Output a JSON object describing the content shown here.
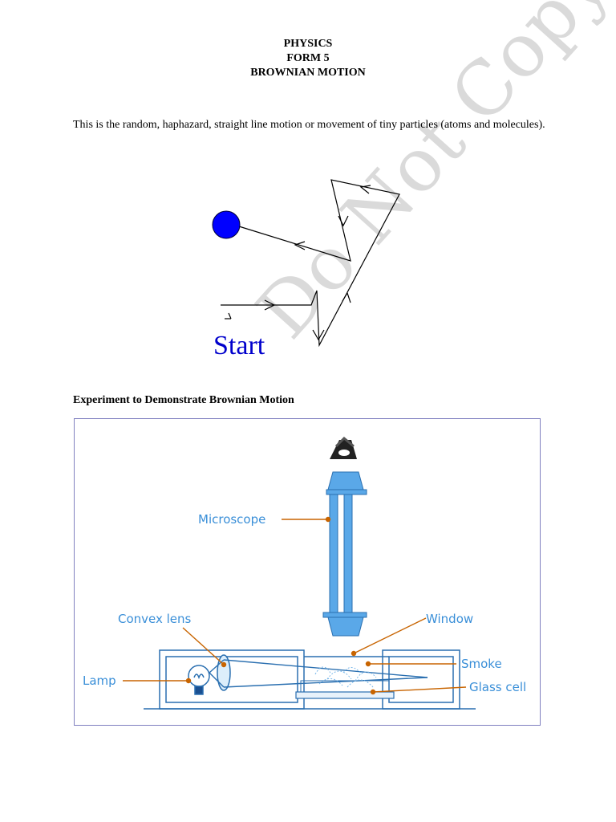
{
  "header": {
    "subject": "PHYSICS",
    "form": "FORM 5",
    "topic": "BROWNIAN MOTION"
  },
  "intro": "This is the random, haphazard, straight line motion or movement of tiny particles (atoms and molecules).",
  "motion_diagram": {
    "start_label": "Start",
    "particle_color": "#0000ff",
    "start_color": "#0000cc"
  },
  "watermark": "Do Not Copy",
  "experiment": {
    "title": "Experiment to Demonstrate Brownian Motion",
    "labels": {
      "microscope": "Microscope",
      "convex_lens": "Convex lens",
      "window": "Window",
      "lamp": "Lamp",
      "smoke": "Smoke",
      "glass_cell": "Glass cell"
    },
    "colors": {
      "apparatus": "#3a8fd8",
      "label_text": "#3a8fd8",
      "leader": "#c86400"
    }
  }
}
